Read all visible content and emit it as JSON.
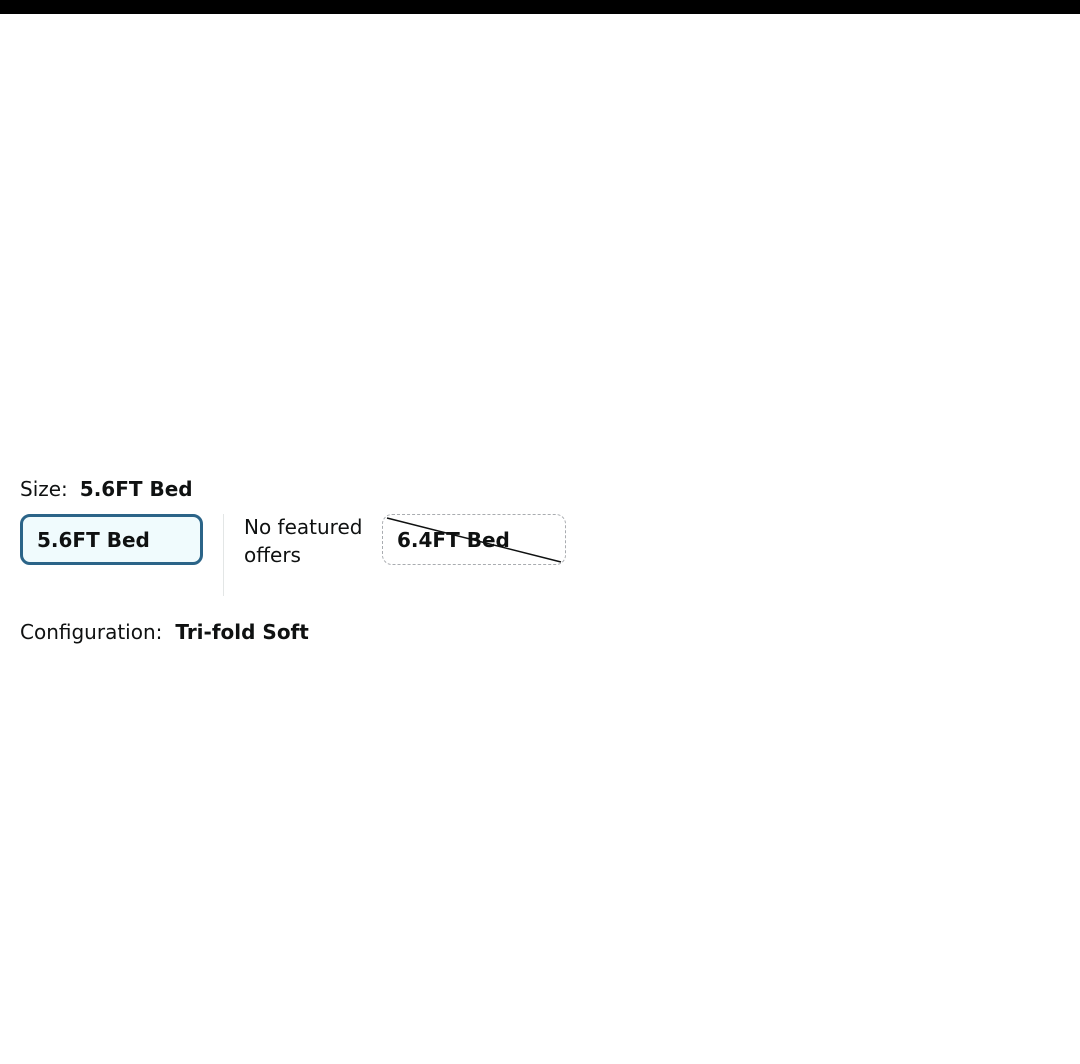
{
  "size": {
    "label": "Size:",
    "selected_value": "5.6FT Bed",
    "options": [
      {
        "label": "5.6FT Bed",
        "state": "selected"
      },
      {
        "label": "6.4FT Bed",
        "state": "unavailable"
      }
    ],
    "featured_offers_text": "No featured offers"
  },
  "configuration": {
    "label": "Configuration:",
    "selected_value": "Tri-fold Soft"
  },
  "colors": {
    "selected_border": "#2b6488",
    "selected_background": "#f0fbfd",
    "unavailable_border": "#a9acb0",
    "text": "#0f1111"
  }
}
